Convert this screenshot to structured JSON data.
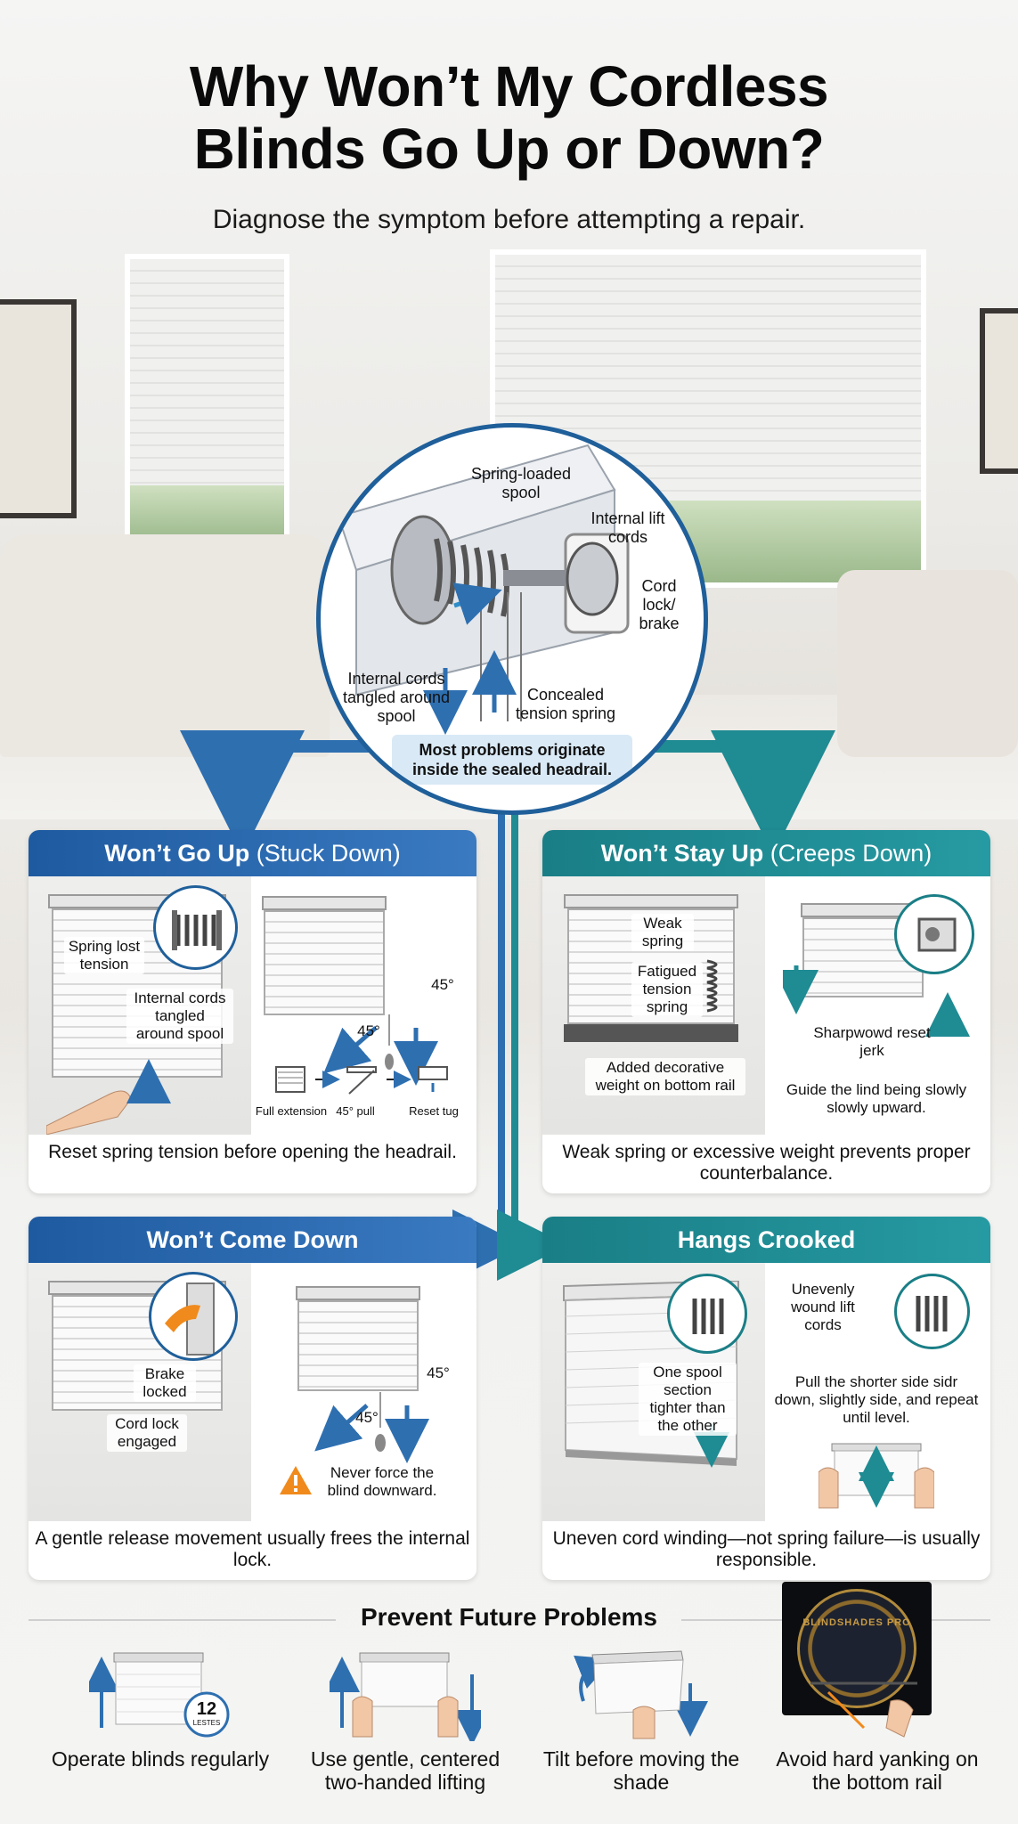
{
  "header": {
    "title_line1": "Why Won’t My Cordless",
    "title_line2": "Blinds Go Up or Down?",
    "subtitle": "Diagnose the symptom before attempting a repair."
  },
  "headrail": {
    "spring_spool": "Spring-loaded spool",
    "lift_cords": "Internal lift cords",
    "cord_lock": "Cord lock/ brake",
    "tangled_cords": "Internal cords tangled around spool",
    "tension_spring": "Concealed tension spring",
    "callout": "Most problems originate inside the sealed headrail."
  },
  "panels": {
    "wont_go_up": {
      "title_bold": "Won’t Go Up",
      "title_rest": "(Stuck Down)",
      "label_spring": "Spring lost tension",
      "label_cords": "Internal cords tangled around spool",
      "angle": "45°",
      "steps": [
        "Full extension",
        "45° pull",
        "Reset tug"
      ],
      "footer": "Reset spring tension before opening the headrail."
    },
    "wont_stay_up": {
      "title_bold": "Won’t Stay Up",
      "title_rest": "(Creeps Down)",
      "label_weak": "Weak spring",
      "label_fatigued": "Fatigued tension spring",
      "label_weight": "Added decorative weight on bottom rail",
      "label_reset": "Sharpwowd reset jerk",
      "label_guide": "Guide the lind being slowly slowly upward.",
      "footer": "Weak spring or excessive weight prevents proper counterbalance."
    },
    "wont_come_down": {
      "title_bold": "Won’t Come Down",
      "label_brake": "Brake locked",
      "label_cordlock": "Cord lock engaged",
      "angle": "45°",
      "warning": "Never force the blind downward.",
      "footer": "A gentle release movement usually frees the internal lock."
    },
    "hangs_crooked": {
      "title_bold": "Hangs Crooked",
      "label_uneven": "Unevenly wound lift cords",
      "label_spool": "One spool section tighter than the other",
      "label_pull": "Pull the shorter side sidr down, slightly side, and repeat until level.",
      "footer": "Uneven cord winding—not spring failure—is usually responsible."
    }
  },
  "prevent": {
    "title": "Prevent Future Problems",
    "clock_number": "12",
    "clock_sub": "LESTES",
    "badge_text": "BLINDSHADES PRO",
    "tips": [
      "Operate blinds regularly",
      "Use gentle, centered two-handed lifting",
      "Tilt before moving the shade",
      "Avoid hard yanking on the bottom rail"
    ]
  },
  "colors": {
    "blue": "#1e5aa0",
    "teal": "#1a7e86",
    "warning": "#f08a1c"
  }
}
